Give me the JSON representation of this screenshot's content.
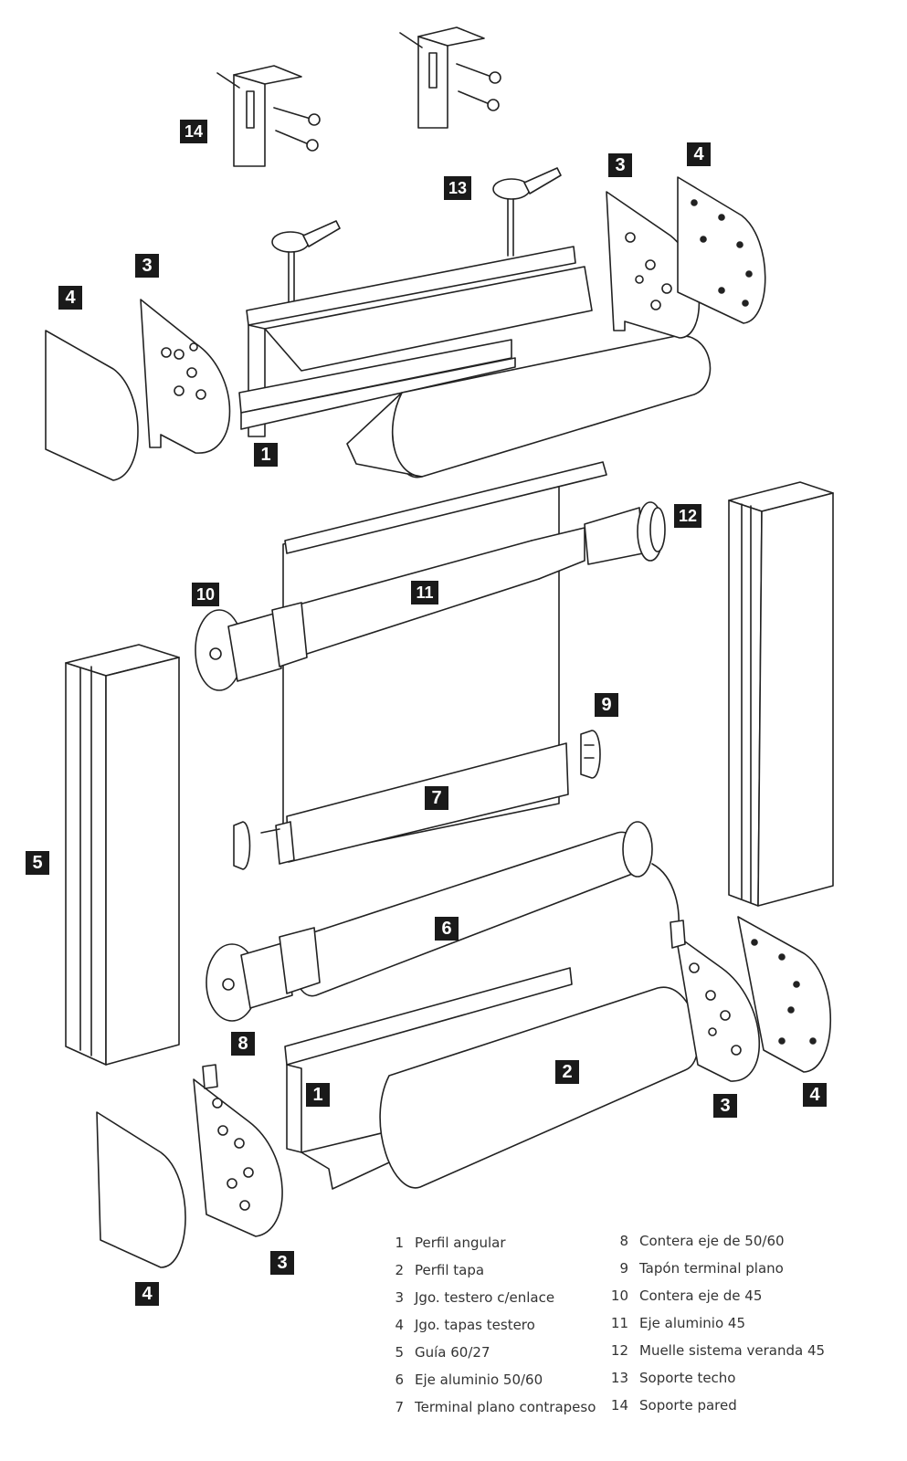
{
  "callouts": {
    "c14": "14",
    "c13": "13",
    "c3_top_right": "3",
    "c4_top_right": "4",
    "c3_top_left": "3",
    "c4_top_left": "4",
    "c1_top": "1",
    "c12": "12",
    "c10": "10",
    "c11": "11",
    "c9": "9",
    "c7": "7",
    "c5": "5",
    "c6": "6",
    "c8": "8",
    "c2": "2",
    "c1_bottom": "1",
    "c3_bottom_right": "3",
    "c4_bottom_right": "4",
    "c3_bottom_left": "3",
    "c4_bottom_left": "4"
  },
  "legend": {
    "left": [
      {
        "num": "1",
        "label": "Perfil angular"
      },
      {
        "num": "2",
        "label": "Perfil tapa"
      },
      {
        "num": "3",
        "label": "Jgo. testero c/enlace"
      },
      {
        "num": "4",
        "label": "Jgo. tapas testero"
      },
      {
        "num": "5",
        "label": "Guía 60/27"
      },
      {
        "num": "6",
        "label": "Eje aluminio 50/60"
      },
      {
        "num": "7",
        "label": "Terminal plano contrapeso"
      }
    ],
    "right": [
      {
        "num": "8",
        "label": "Contera eje de 50/60"
      },
      {
        "num": "9",
        "label": "Tapón terminal plano"
      },
      {
        "num": "10",
        "label": "Contera eje de 45"
      },
      {
        "num": "11",
        "label": "Eje aluminio 45"
      },
      {
        "num": "12",
        "label": "Muelle sistema veranda 45"
      },
      {
        "num": "13",
        "label": "Soporte techo"
      },
      {
        "num": "14",
        "label": "Soporte pared"
      }
    ]
  }
}
